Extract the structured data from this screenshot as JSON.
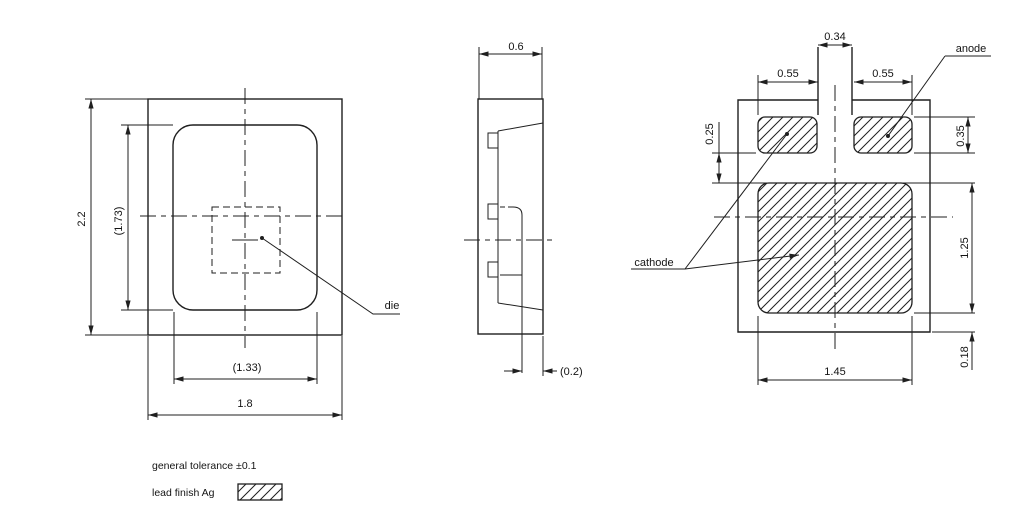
{
  "colors": {
    "line": "#1f1f1f",
    "background": "#ffffff"
  },
  "top_view": {
    "overall_height": "2.2",
    "body_height": "(1.73)",
    "body_width": "(1.33)",
    "overall_width": "1.8",
    "die_label": "die"
  },
  "side_view": {
    "thickness": "0.6",
    "standoff": "(0.2)"
  },
  "bottom_view": {
    "slot_width": "0.34",
    "left_pad_width": "0.55",
    "right_pad_width": "0.55",
    "pad_gap": "0.25",
    "top_pad_height": "0.35",
    "main_pad_height": "1.25",
    "bottom_margin": "0.18",
    "main_pad_width": "1.45",
    "anode_label": "anode",
    "cathode_label": "cathode"
  },
  "notes": {
    "tolerance": "general tolerance ±0.1",
    "lead_finish": "lead finish Ag"
  }
}
